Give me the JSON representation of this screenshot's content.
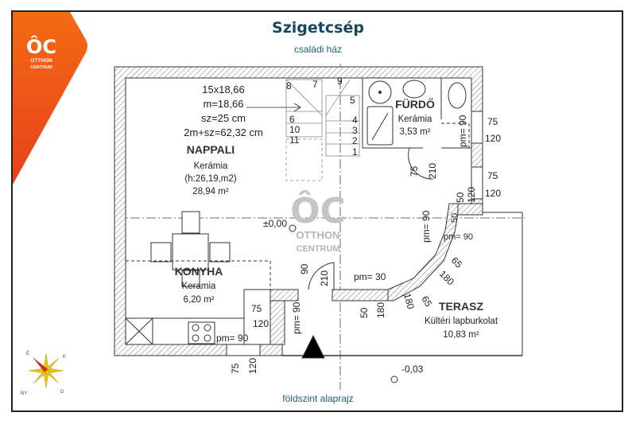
{
  "header": {
    "title": "Szigetcsép",
    "subtitle": "családi ház"
  },
  "footer": {
    "caption": "földszint alaprajz"
  },
  "logo": {
    "text": "ÔC",
    "line1": "OTTHON",
    "line2": "CENTRUM",
    "brand_color": "#f05a1a"
  },
  "watermark": {
    "text": "ÔC",
    "line1": "OTTHON",
    "line2": "CENTRUM"
  },
  "stairs": {
    "spec": [
      "15x18,66",
      "m=18,66",
      "sz=25 cm",
      "2m+sz=62,32 cm"
    ],
    "steps": [
      "1",
      "2",
      "3",
      "4",
      "5",
      "6",
      "7",
      "8",
      "9",
      "10",
      "11"
    ]
  },
  "rooms": [
    {
      "name": "NAPPALI",
      "floor": "Kerámia",
      "note": "(h:26,19,m2)",
      "area": "28,94 m²"
    },
    {
      "name": "KONYHA",
      "floor": "Keramia",
      "area": "6,20 m²"
    },
    {
      "name": "FÜRDŐ",
      "floor": "Kerámia",
      "area": "3,53 m²"
    },
    {
      "name": "TERASZ",
      "floor": "Kültéri lapburkolat",
      "area": "10,83 m²"
    }
  ],
  "levels": {
    "ground": "±0,00",
    "outside": "-0,03"
  },
  "dimensions": {
    "d75": "75",
    "d120": "120",
    "d90": "90",
    "d210": "210",
    "d50": "50",
    "d180": "180",
    "d65": "65",
    "pm90": "pm= 90",
    "pm30": "pm= 30"
  },
  "compass": {
    "n": "É",
    "e": "K",
    "s": "D",
    "w": "NY"
  }
}
